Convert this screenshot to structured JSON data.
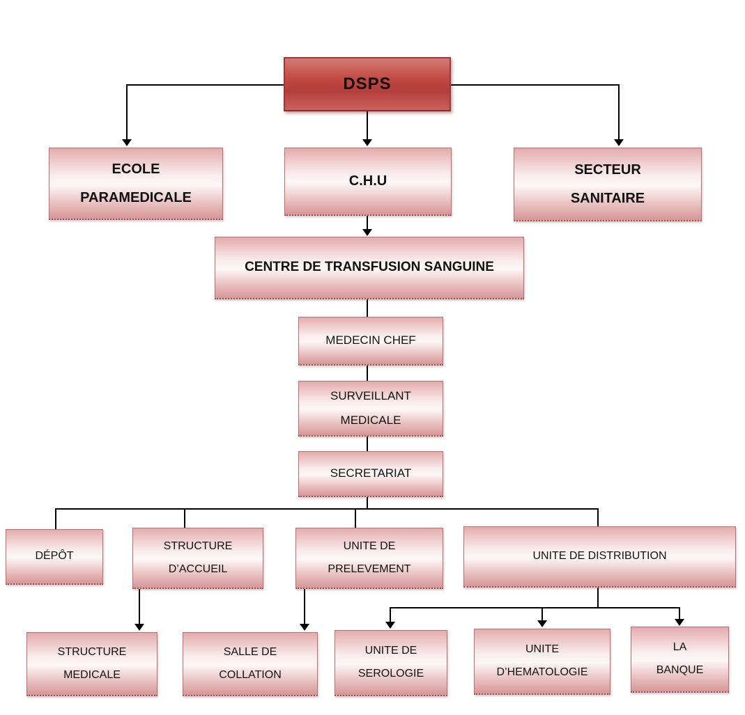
{
  "diagram": {
    "type": "org-chart",
    "nodes": {
      "dsps": "DSPS",
      "ecole_paramedicale": "ECOLE\nPARAMEDICALE",
      "chu": "C.H.U",
      "secteur_sanitaire": "SECTEUR\nSANITAIRE",
      "centre_transfusion": "CENTRE DE TRANSFUSION SANGUINE",
      "medecin_chef": "MEDECIN CHEF",
      "surveillant_medicale": "SURVEILLANT\nMEDICALE",
      "secretariat": "SECRETARIAT",
      "depot": "DÉPÔT",
      "structure_accueil": "STRUCTURE\nD’ACCUEIL",
      "unite_prelevement": "UNITE DE\nPRELEVEMENT",
      "unite_distribution": "UNITE DE DISTRIBUTION",
      "structure_medicale": "STRUCTURE\nMEDICALE",
      "salle_collation": "SALLE DE\nCOLLATION",
      "unite_serologie": "UNITE DE\nSEROLOGIE",
      "unite_hematologie": "UNITE\nD’HEMATOLOGIE",
      "la_banque": "LA\nBANQUE"
    },
    "edges": [
      {
        "from": "dsps",
        "to": "ecole_paramedicale",
        "arrow": true
      },
      {
        "from": "dsps",
        "to": "chu",
        "arrow": true
      },
      {
        "from": "dsps",
        "to": "secteur_sanitaire",
        "arrow": true
      },
      {
        "from": "chu",
        "to": "centre_transfusion",
        "arrow": true
      },
      {
        "from": "centre_transfusion",
        "to": "medecin_chef",
        "arrow": false
      },
      {
        "from": "medecin_chef",
        "to": "surveillant_medicale",
        "arrow": false
      },
      {
        "from": "surveillant_medicale",
        "to": "secretariat",
        "arrow": false
      },
      {
        "from": "secretariat",
        "to": "depot",
        "arrow": false
      },
      {
        "from": "secretariat",
        "to": "structure_accueil",
        "arrow": false
      },
      {
        "from": "secretariat",
        "to": "unite_prelevement",
        "arrow": false
      },
      {
        "from": "secretariat",
        "to": "unite_distribution",
        "arrow": false
      },
      {
        "from": "structure_accueil",
        "to": "structure_medicale",
        "arrow": true
      },
      {
        "from": "unite_prelevement",
        "to": "salle_collation",
        "arrow": true
      },
      {
        "from": "unite_distribution",
        "to": "unite_serologie",
        "arrow": true
      },
      {
        "from": "unite_distribution",
        "to": "unite_hematologie",
        "arrow": true
      },
      {
        "from": "unite_distribution",
        "to": "la_banque",
        "arrow": true
      }
    ],
    "colors": {
      "node_fill_light": "#fdf7f7",
      "node_fill_edge": "#d79696",
      "node_border": "#b07272",
      "root_fill": "#c0504d",
      "root_border": "#a03734",
      "connector": "#000000",
      "text": "#111111",
      "background": "#ffffff"
    }
  }
}
